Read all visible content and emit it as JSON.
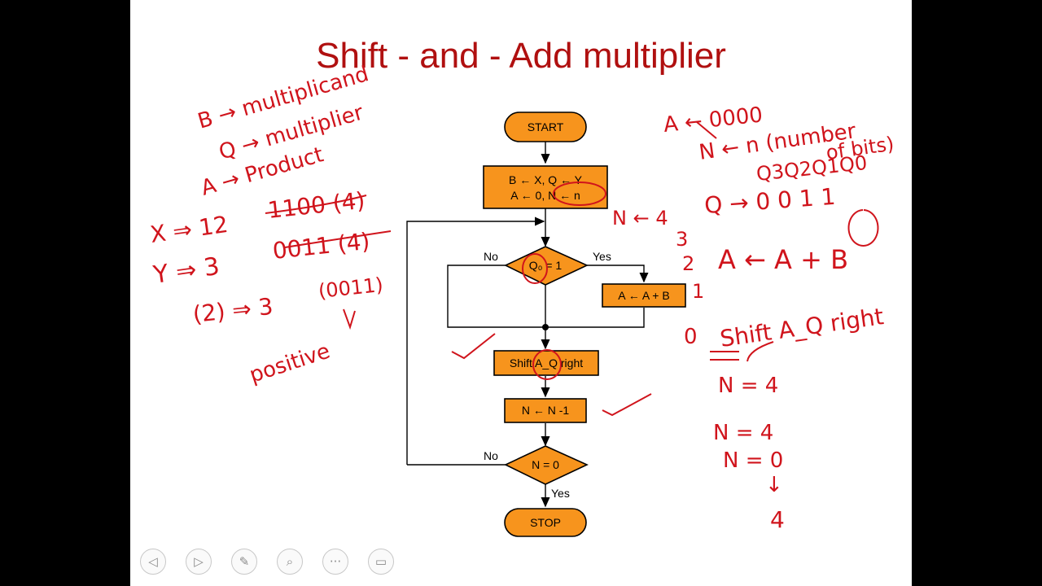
{
  "slide": {
    "title": "Shift - and - Add multiplier"
  },
  "flowchart": {
    "start": "START",
    "init_line1": "B ← X, Q ← Y",
    "init_line2": "A ← 0, N ← n",
    "decision_q0": "Q₀ = 1",
    "add": "A ← A + B",
    "shift": "Shift A_Q right",
    "decrement": "N ← N -1",
    "decision_n": "N = 0",
    "stop": "STOP",
    "label_no_q0": "No",
    "label_yes_q0": "Yes",
    "label_no_n": "No",
    "label_yes_n": "Yes"
  },
  "annotations": {
    "b_multiplicand": "B → multiplicand",
    "q_multiplier": "Q → multiplier",
    "a_product": "A → Product",
    "x_value": "X ⇒ 12",
    "bits_1100": "1100 (4)",
    "y_value": "Y ⇒ 3",
    "bits_0011": "0011 (4)",
    "line_2": "(2) ⇒ 3",
    "bits_small": "(0011)",
    "positive": "positive",
    "a_init": "A ← 0000",
    "n_init": "N ← n (number",
    "of_bits": "of bits)",
    "q_bits": "Q3Q2Q1Q0",
    "q_value": "Q → 0 0 1 1",
    "n4": "N ← 4",
    "n3": "3",
    "n2": "2",
    "n1": "1",
    "n0": "0",
    "a_plus_b": "A ← A + B",
    "shift_note": "Shift A_Q right",
    "n_eq_4_a": "N = 4",
    "n_eq_4_b": "N = 4",
    "n_eq_0": "N = 0",
    "arrow_down": "↓",
    "four": "4"
  },
  "colors": {
    "box_fill": "#f7941d",
    "ink": "#d0141c",
    "title": "#b01010"
  },
  "controls": [
    {
      "name": "previous-slide-icon",
      "glyph": "◁"
    },
    {
      "name": "next-slide-icon",
      "glyph": "▷"
    },
    {
      "name": "pen-icon",
      "glyph": "✎"
    },
    {
      "name": "zoom-slide-icon",
      "glyph": "⌕"
    },
    {
      "name": "more-options-icon",
      "glyph": "···"
    },
    {
      "name": "screen-icon",
      "glyph": "▭"
    }
  ]
}
